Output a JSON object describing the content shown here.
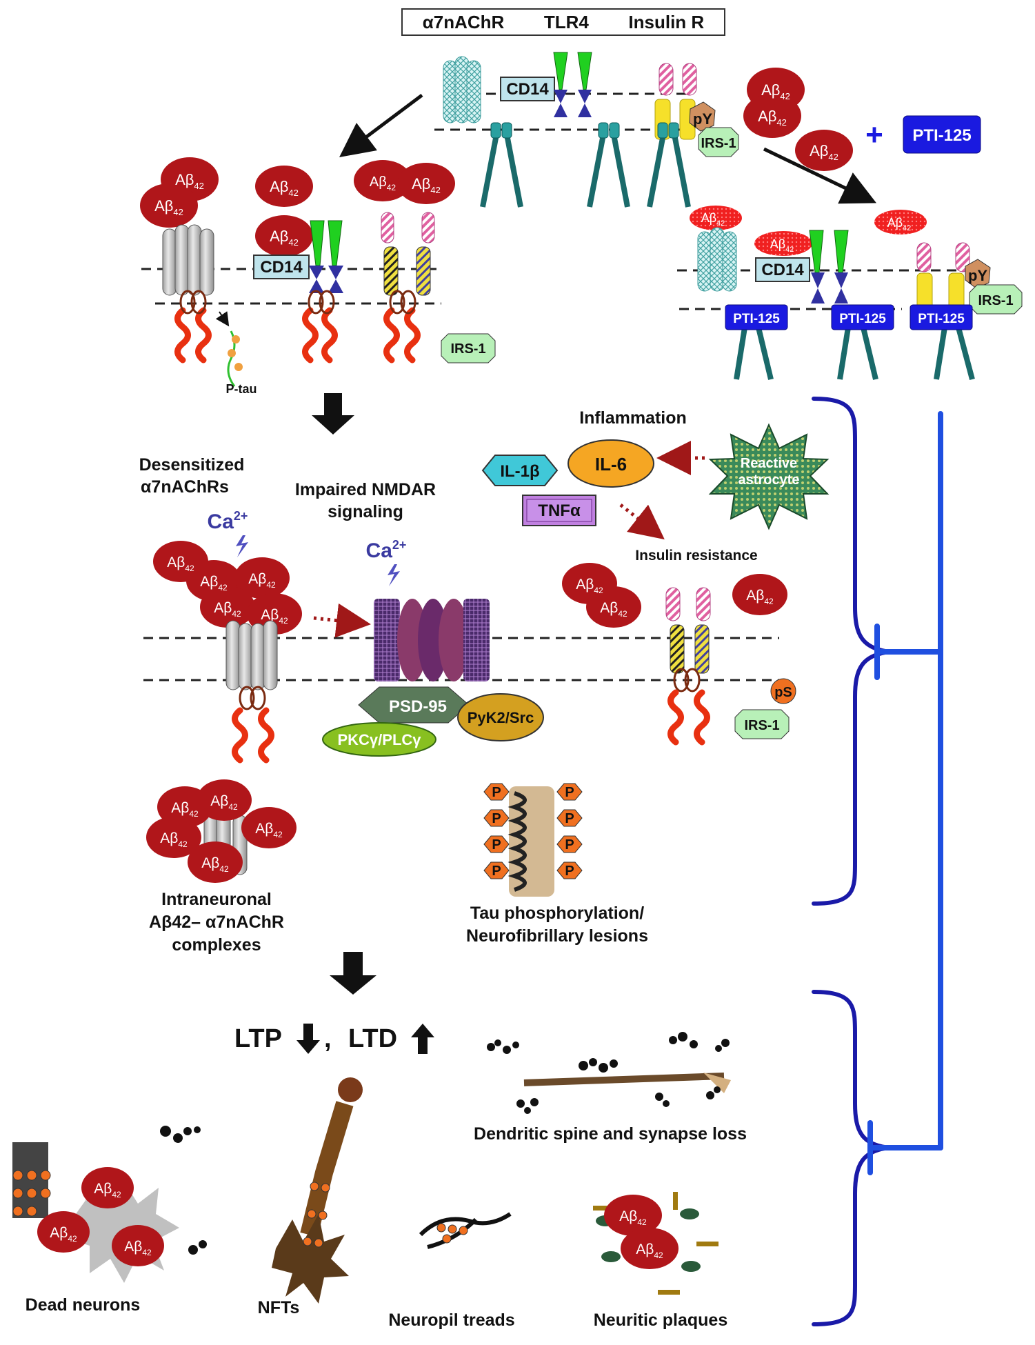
{
  "legend": {
    "a7": "α7nAChR",
    "tlr4": "TLR4",
    "insulin_r": "Insulin R"
  },
  "molecules": {
    "cd14": "CD14",
    "ab": "Aβ",
    "ab_sub": "42",
    "py": "pY",
    "ps": "pS",
    "irs1": "IRS-1",
    "pti125": "PTI-125",
    "plus": "+",
    "ptau": "P-tau",
    "ca": "Ca",
    "ca_sup": "2+",
    "il1b": "IL-1β",
    "il6": "IL-6",
    "tnfa": "TNFα",
    "reactive_astrocyte": "Reactive astrocyte",
    "psd95": "PSD-95",
    "pyk2": "PyK2/Src",
    "pkc": "PKCγ/PLCγ",
    "p": "P"
  },
  "labels": {
    "inflammation": "Inflammation",
    "desensitized": "Desensitized α7nAChRs",
    "impaired_nmdar": "Impaired NMDAR signaling",
    "insulin_resistance": "Insulin resistance",
    "intraneuronal_1": "Intraneuronal",
    "intraneuronal_2": "Aβ42– α7nAChR",
    "intraneuronal_3": "complexes",
    "tau_1": "Tau phosphorylation/",
    "tau_2": "Neurofibrillary lesions",
    "ltp": "LTP",
    "ltd": "LTD",
    "comma": ",",
    "dendritic": "Dendritic spine and synapse loss",
    "dead_neurons": "Dead neurons",
    "nfts": "NFTs",
    "neuropil": "Neuropil treads",
    "neuritic": "Neuritic plaques"
  },
  "colors": {
    "ab_red": "#b0161a",
    "pti_blue": "#1a1ae0",
    "inhibit_blue": "#1f4fe0",
    "brace_blue": "#1a1aa8",
    "irs_green": "#b8f0b8",
    "cd14_teal": "#b8e0e8",
    "il6_orange": "#f5a623",
    "il1b_cyan": "#4ad0e0",
    "tnf_purple": "#c080e0",
    "psd95": "#5a7a5a",
    "pyk2": "#d4a020",
    "pkc": "#88c020",
    "p_orange": "#f07020",
    "tau_red": "#e83010"
  }
}
